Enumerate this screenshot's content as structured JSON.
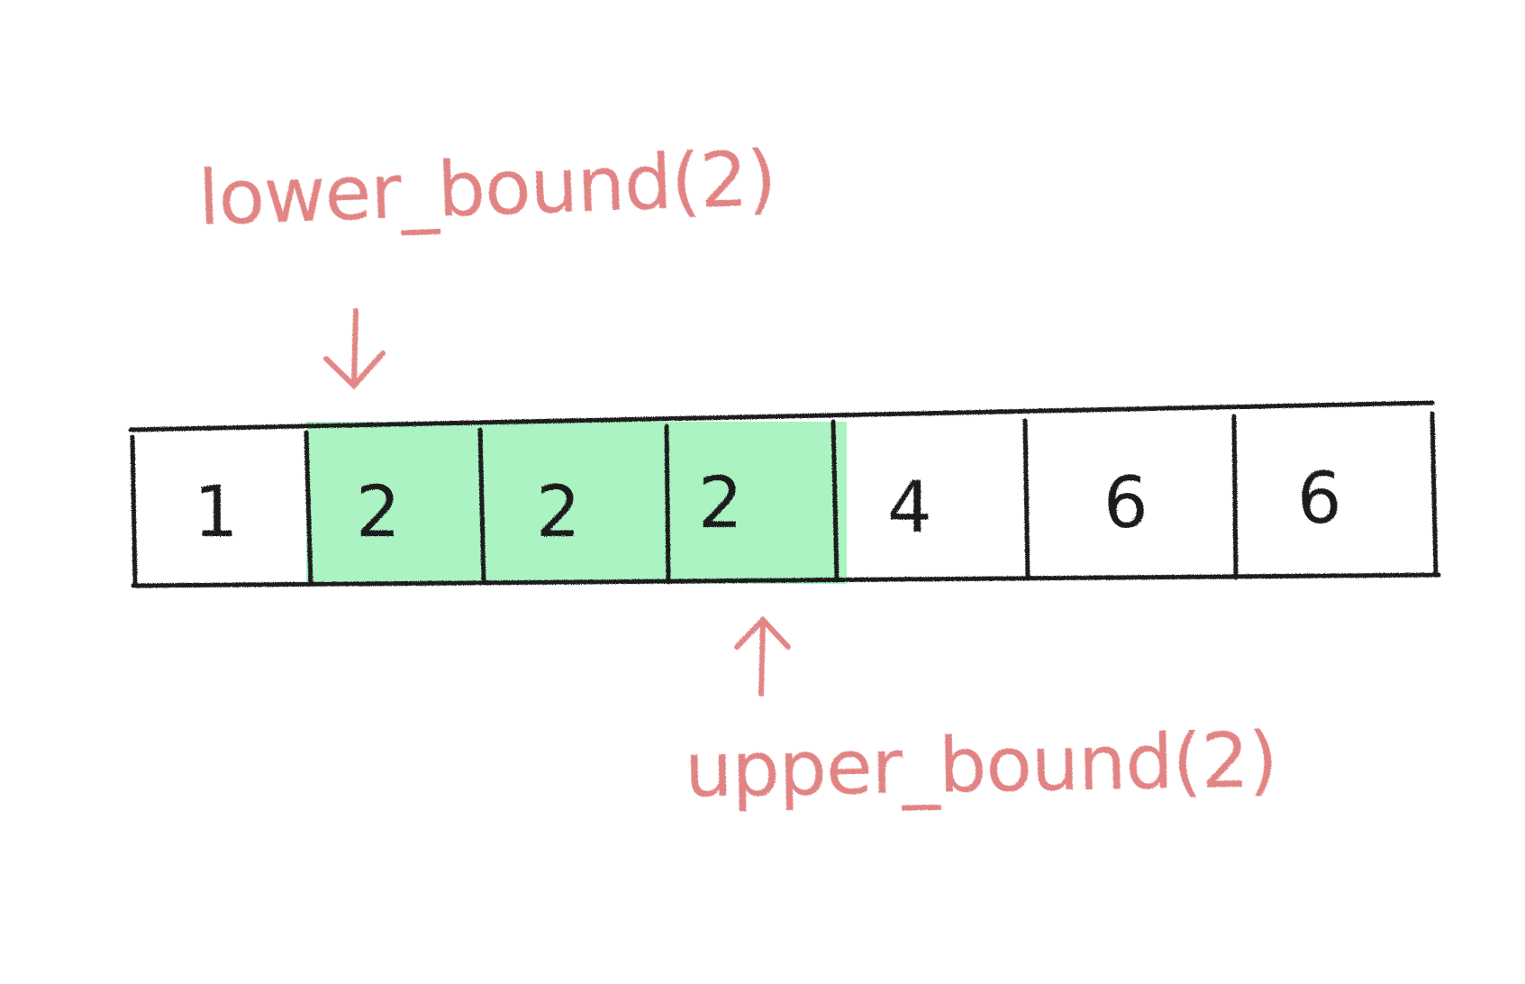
{
  "diagram": {
    "array": {
      "cells": [
        {
          "value": "1",
          "highlighted": false
        },
        {
          "value": "2",
          "highlighted": true
        },
        {
          "value": "2",
          "highlighted": true
        },
        {
          "value": "2",
          "highlighted": true
        },
        {
          "value": "4",
          "highlighted": false
        },
        {
          "value": "6",
          "highlighted": false
        },
        {
          "value": "6",
          "highlighted": false
        }
      ]
    },
    "annotations": {
      "lower": {
        "label": "lower_bound(2)",
        "arrow": "down-arrow",
        "points_to_index": 1
      },
      "upper": {
        "label": "upper_bound(2)",
        "arrow": "up-arrow",
        "points_to_index": 4
      }
    },
    "colors": {
      "annotation": "#e07a7a",
      "highlight": "#a8f2c0",
      "stroke": "#1a1a1a",
      "background": "#ffffff"
    }
  }
}
